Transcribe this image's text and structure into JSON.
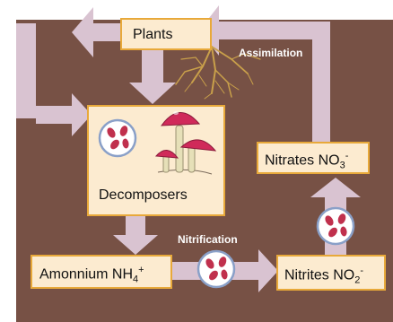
{
  "nodes": {
    "plants": "Plants",
    "decomposers": "Decomposers",
    "ammonium": "Amonnium NH",
    "ammonium_sub": "4",
    "ammonium_sup": "+",
    "nitrites": "Nitrites NO",
    "nitrites_sub": "2",
    "nitrites_sup": "-",
    "nitrates": "Nitrates NO",
    "nitrates_sub": "3",
    "nitrates_sup": "-"
  },
  "processes": {
    "assimilation": "Assimilation",
    "nitrification": "Nitrification"
  },
  "colors": {
    "background": "#775145",
    "arrow": "#d9c3d1",
    "box_fill": "#fcebd0",
    "box_border": "#e8a93a",
    "bacteria": "#c0304d"
  }
}
